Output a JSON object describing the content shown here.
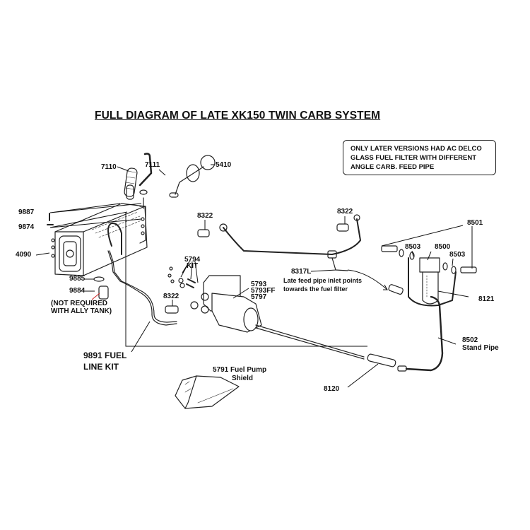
{
  "title": "FULL DIAGRAM OF LATE XK150 TWIN CARB SYSTEM",
  "note": {
    "lines": [
      "ONLY LATER VERSIONS HAD AC DELCO",
      "GLASS FUEL FILTER WITH DIFFERENT",
      "ANGLE CARB. FEED PIPE"
    ]
  },
  "parts": {
    "p7110": "7110",
    "p7111": "7111",
    "p5410": "5410",
    "p9887": "9887",
    "p9874": "9874",
    "p4090": "4090",
    "p9885": "9885",
    "p9884": "9884",
    "p9884_note_1": "(NOT REQUIRED",
    "p9884_note_2": "WITH ALLY TANK)",
    "p8322_a": "8322",
    "p8322_b": "8322",
    "p8322_c": "8322",
    "p5794": "5794",
    "p5794_kit": "KIT",
    "p5793": "5793",
    "p5793ff": "5793FF",
    "p5797": "5797",
    "p8317l": "8317L",
    "p8317l_note_1": "Late feed pipe inlet points",
    "p8317l_note_2": "towards the fuel filter",
    "p8501": "8501",
    "p8503_a": "8503",
    "p8503_b": "8503",
    "p8500": "8500",
    "p8121": "8121",
    "p8502": "8502",
    "p8502_name": "Stand Pipe",
    "p8120": "8120",
    "p9891_1": "9891 FUEL",
    "p9891_2": "LINE KIT",
    "p5791_1": "5791 Fuel Pump",
    "p5791_2": "Shield"
  },
  "colors": {
    "ink": "#111111",
    "leader_red": "#cc2222"
  }
}
